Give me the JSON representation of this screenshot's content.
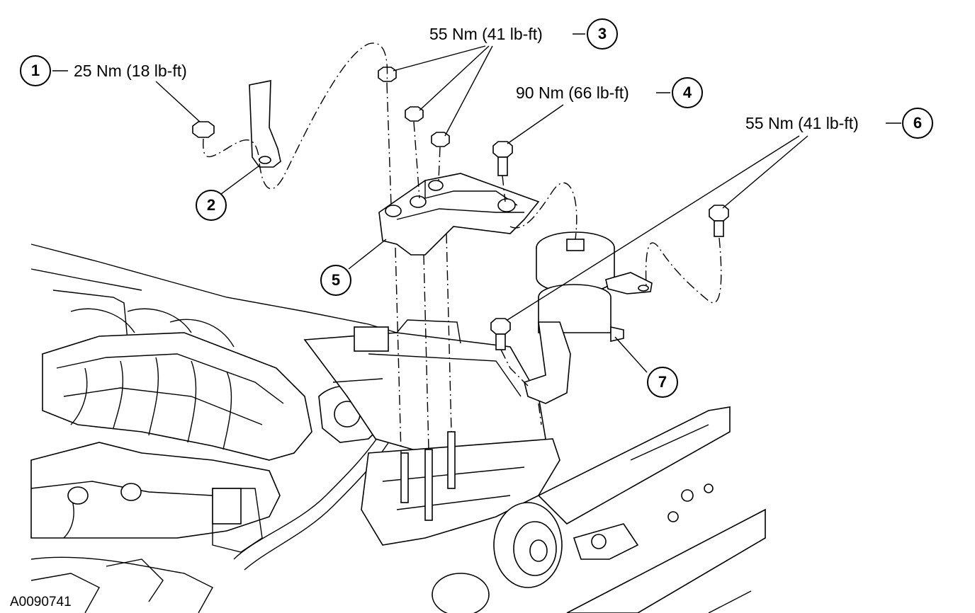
{
  "callouts": [
    {
      "num": "1",
      "torque": "25 Nm (18 lb-ft)"
    },
    {
      "num": "2"
    },
    {
      "num": "3",
      "torque": "55 Nm (41 lb-ft)"
    },
    {
      "num": "4",
      "torque": "90 Nm (66 lb-ft)"
    },
    {
      "num": "5"
    },
    {
      "num": "6",
      "torque": "55 Nm (41 lb-ft)"
    },
    {
      "num": "7"
    }
  ],
  "figure_id": "A0090741"
}
